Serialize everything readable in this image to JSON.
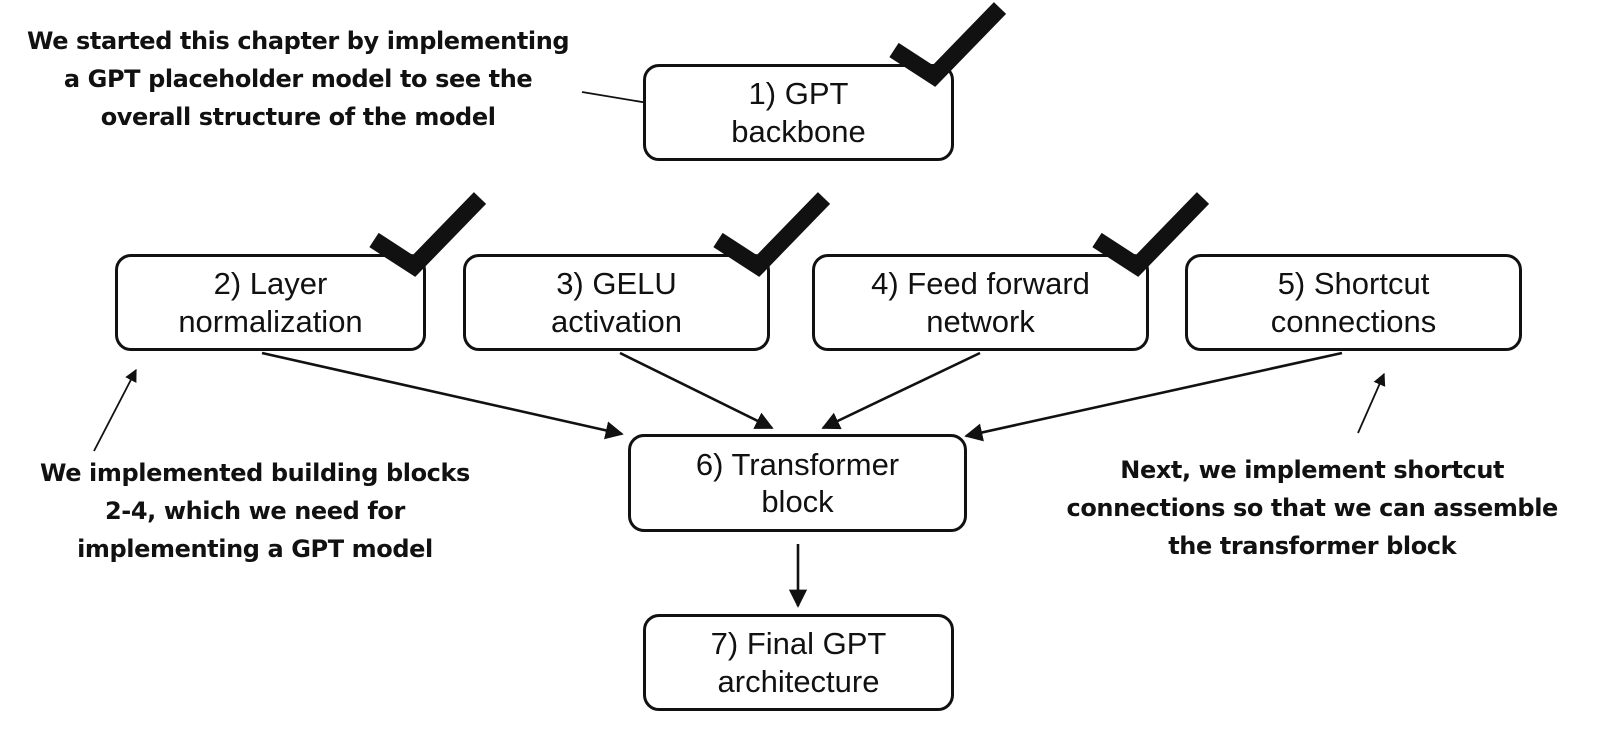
{
  "diagram": {
    "nodes": [
      {
        "id": "gpt-backbone",
        "lines": [
          "1) GPT",
          "backbone"
        ],
        "done": true
      },
      {
        "id": "layer-normalization",
        "lines": [
          "2) Layer",
          "normalization"
        ],
        "done": true
      },
      {
        "id": "gelu-activation",
        "lines": [
          "3) GELU",
          "activation"
        ],
        "done": true
      },
      {
        "id": "feed-forward-network",
        "lines": [
          "4) Feed forward",
          "network"
        ],
        "done": true
      },
      {
        "id": "shortcut-connections",
        "lines": [
          "5) Shortcut",
          "connections"
        ],
        "done": false
      },
      {
        "id": "transformer-block",
        "lines": [
          "6) Transformer",
          "block"
        ],
        "done": false
      },
      {
        "id": "final-gpt-architecture",
        "lines": [
          "7) Final GPT",
          "architecture"
        ],
        "done": false
      }
    ],
    "edges": [
      {
        "from": "layer-normalization",
        "to": "transformer-block"
      },
      {
        "from": "gelu-activation",
        "to": "transformer-block"
      },
      {
        "from": "feed-forward-network",
        "to": "transformer-block"
      },
      {
        "from": "shortcut-connections",
        "to": "transformer-block"
      },
      {
        "from": "transformer-block",
        "to": "final-gpt-architecture"
      }
    ],
    "annotations": [
      {
        "id": "backbone-note",
        "target": "gpt-backbone",
        "lines": [
          "We started this chapter by implementing",
          "a GPT placeholder model to see the",
          "overall structure of the model"
        ]
      },
      {
        "id": "building-blocks-note",
        "target": "layer-normalization",
        "lines": [
          "We implemented building blocks",
          "2-4, which we need for",
          "implementing a GPT model"
        ]
      },
      {
        "id": "shortcut-note",
        "target": "shortcut-connections",
        "lines": [
          "Next, we implement shortcut",
          "connections so that we can assemble",
          "the transformer block"
        ]
      }
    ],
    "colors": {
      "stroke": "#111111",
      "background": "#ffffff"
    }
  }
}
